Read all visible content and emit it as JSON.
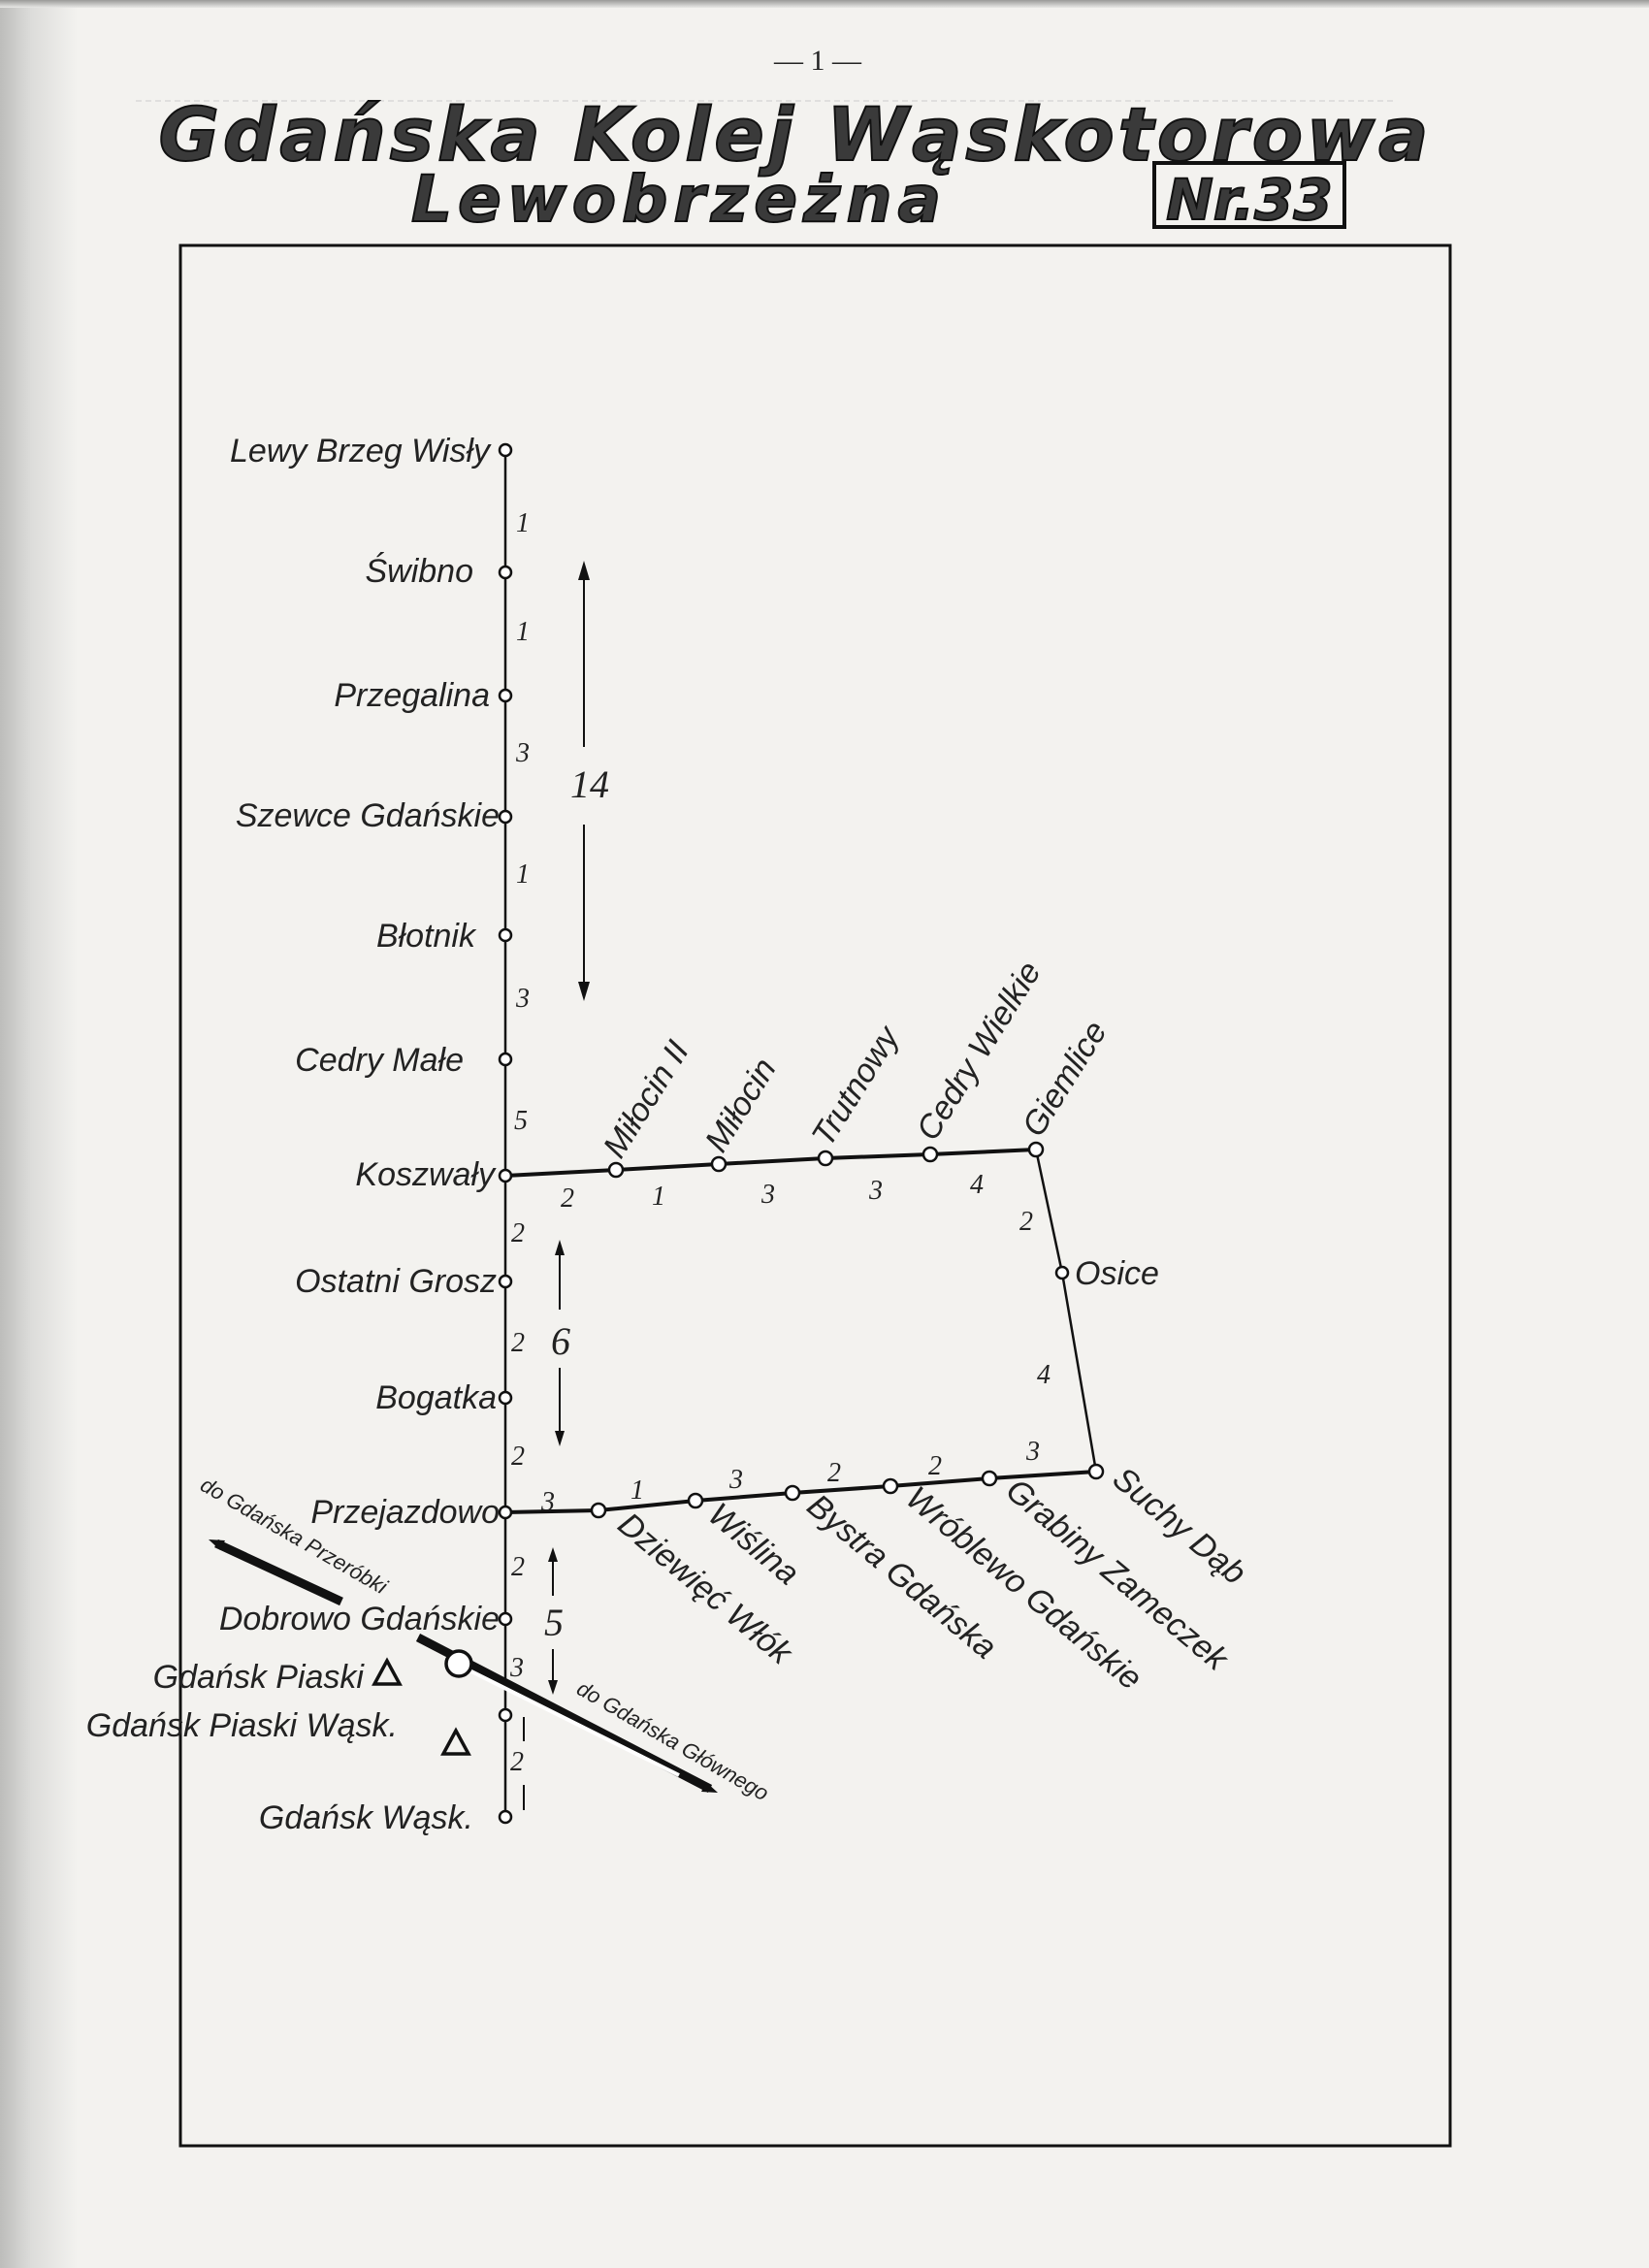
{
  "page_number": "— 1 —",
  "header": {
    "title_line1": "Gdańska Kolej Wąskotorowa",
    "title_line2": "Lewobrzeżna",
    "number_badge": "Nr.33"
  },
  "main_line": {
    "stations": [
      "Lewy Brzeg Wisły",
      "Świbno",
      "Przegalina",
      "Szewce Gdańskie",
      "Błotnik",
      "Cedry Małe",
      "Koszwały",
      "Ostatni Grosz",
      "Bogatka",
      "Przejazdowo",
      "Dobrowo Gdańskie",
      "Gdańsk Piaski Wąsk.",
      "Gdańsk Wąsk."
    ],
    "distances": [
      "1",
      "1",
      "3",
      "1",
      "3",
      "5",
      "2",
      "2",
      "2",
      "2",
      "3",
      "2"
    ],
    "section_totals": [
      "14",
      "6",
      "5"
    ]
  },
  "north_branch": {
    "stations": [
      "Miłocin II",
      "Miłocin",
      "Trutnowy",
      "Cedry Wielkie",
      "Giemlice"
    ],
    "distances": [
      "2",
      "1",
      "3",
      "3",
      "4"
    ]
  },
  "east_link": {
    "stations": [
      "Osice"
    ],
    "distances": [
      "2",
      "4"
    ]
  },
  "south_branch": {
    "stations": [
      "Dziewięć Włók",
      "Wiślina",
      "Bystra Gdańska",
      "Wróblewo Gdańskie",
      "Grabiny Zameczek",
      "Suchy Dąb"
    ],
    "distances": [
      "3",
      "1",
      "3",
      "2",
      "2",
      "3"
    ]
  },
  "standard_gauge": {
    "station_name": "Gdańsk Piaski",
    "to_north": "do Gdańska Przeróbki",
    "to_south": "do Gdańska Głównego"
  }
}
